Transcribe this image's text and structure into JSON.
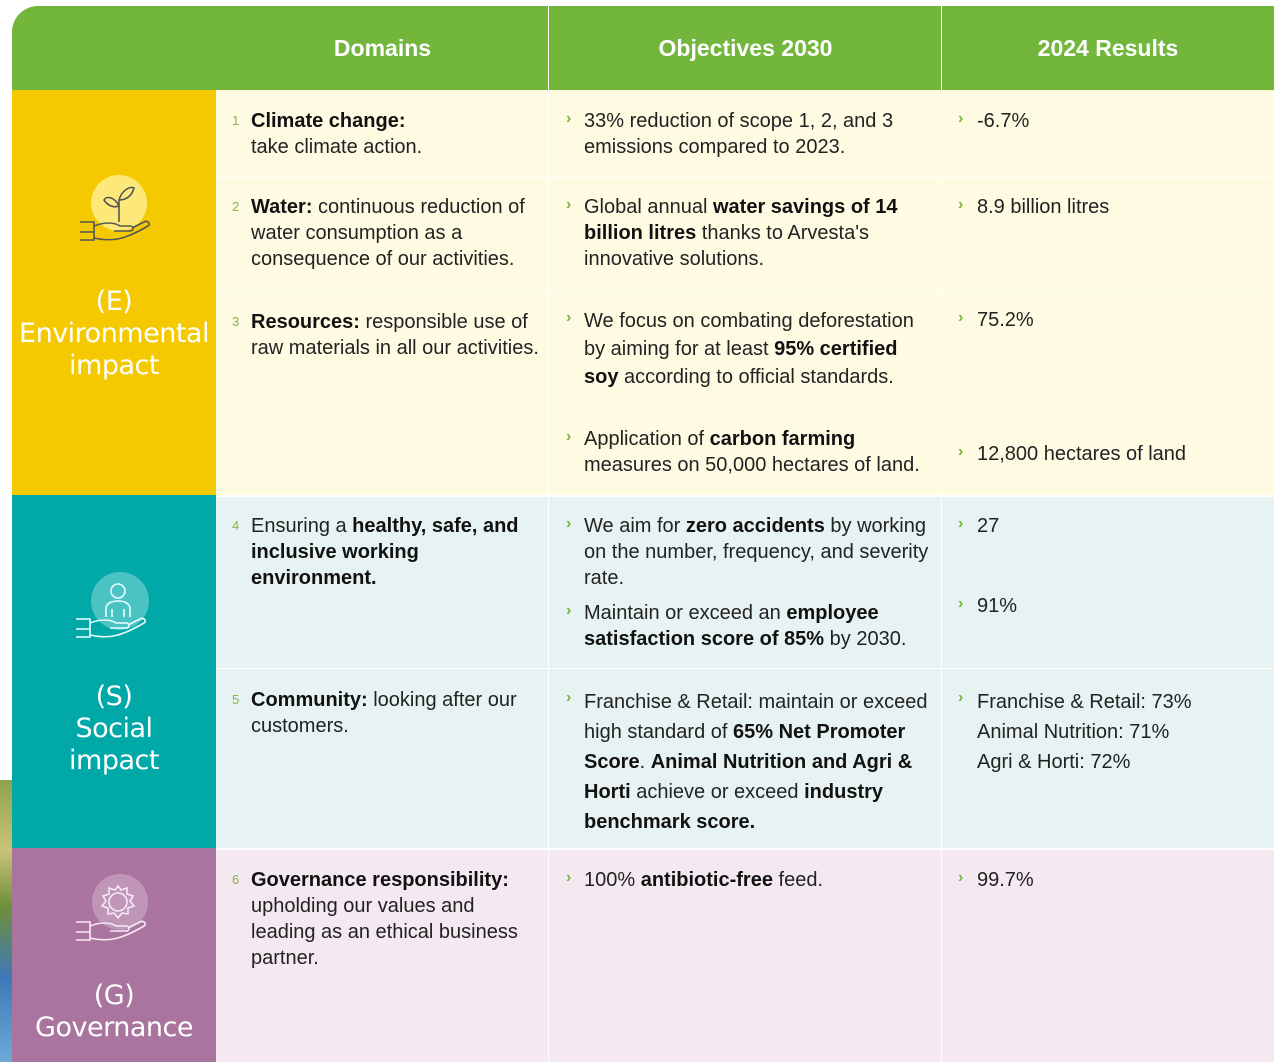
{
  "header": {
    "domains": "Domains",
    "objectives": "Objectives 2030",
    "results": "2024 Results"
  },
  "colors": {
    "header": "#72b63b",
    "environmental": "#f5c900",
    "environmental_bg": "#fffbe3",
    "social": "#00a8a8",
    "social_bg": "#e6f3f2",
    "governance": "#a9749e",
    "governance_bg": "#f4e9f1",
    "chevron": "#72b63b"
  },
  "sections": {
    "environmental": {
      "label_1": "(E)",
      "label_2": "Environmental",
      "label_3": "impact",
      "icon": "plant-in-hand-icon"
    },
    "social": {
      "label_1": "(S)",
      "label_2": "Social",
      "label_3": "impact",
      "icon": "person-in-hand-icon"
    },
    "governance": {
      "label_1": "(G)",
      "label_2": "Governance",
      "icon": "gear-in-hand-icon"
    }
  },
  "rows": {
    "r1": {
      "num": "1",
      "domain_bold": "Climate change:",
      "domain_text": "take climate action.",
      "obj": "33% reduction of scope 1, 2, and 3 emissions compared to 2023.",
      "result": "-6.7%"
    },
    "r2": {
      "num": "2",
      "domain_bold": "Water:",
      "domain_text": " continuous reduction of water consumption as a consequence of our activities.",
      "obj_a": "Global annual ",
      "obj_b": "water savings of 14 billion litres",
      "obj_c": " thanks to Arvesta's innovative solutions.",
      "result": "8.9 billion litres"
    },
    "r3": {
      "num": "3",
      "domain_bold": "Resources:",
      "domain_text": " responsible use of raw materials in all our activities.",
      "obj1_a": "We focus on combating deforestation by aiming for at least ",
      "obj1_b": "95% certified soy",
      "obj1_c": " according to official standards.",
      "obj2_a": "Application of ",
      "obj2_b": "carbon farming",
      "obj2_c": " measures on 50,000 hectares of land.",
      "result1": "75.2%",
      "result2": "12,800 hectares of land"
    },
    "r4": {
      "num": "4",
      "domain_a": "Ensuring a ",
      "domain_b": "healthy, safe, and inclusive working environment.",
      "obj1_a": "We aim for ",
      "obj1_b": "zero accidents",
      "obj1_c": " by working on the number, frequency, and severity rate.",
      "obj2_a": "Maintain or exceed an ",
      "obj2_b": "employee satisfaction score of 85%",
      "obj2_c": " by 2030.",
      "result1": "27",
      "result2": "91%"
    },
    "r5": {
      "num": "5",
      "domain_bold": "Community:",
      "domain_text": " looking after our customers.",
      "obj_a": "Franchise & Retail: maintain or exceed high standard of ",
      "obj_b": "65% Net Promoter Score",
      "obj_c": ". ",
      "obj_d": "Animal Nutrition and Agri & Horti",
      "obj_e": " achieve or exceed ",
      "obj_f": "industry benchmark score.",
      "result_1": "Franchise & Retail: 73%",
      "result_2": "Animal Nutrition: 71%",
      "result_3": "Agri & Horti: 72%"
    },
    "r6": {
      "num": "6",
      "domain_bold": "Governance responsibility:",
      "domain_text": " upholding our values and leading as an ethical business partner.",
      "obj_a": "100% ",
      "obj_b": "antibiotic-free",
      "obj_c": " feed.",
      "result": "99.7%"
    }
  },
  "chevron_glyph": "›"
}
